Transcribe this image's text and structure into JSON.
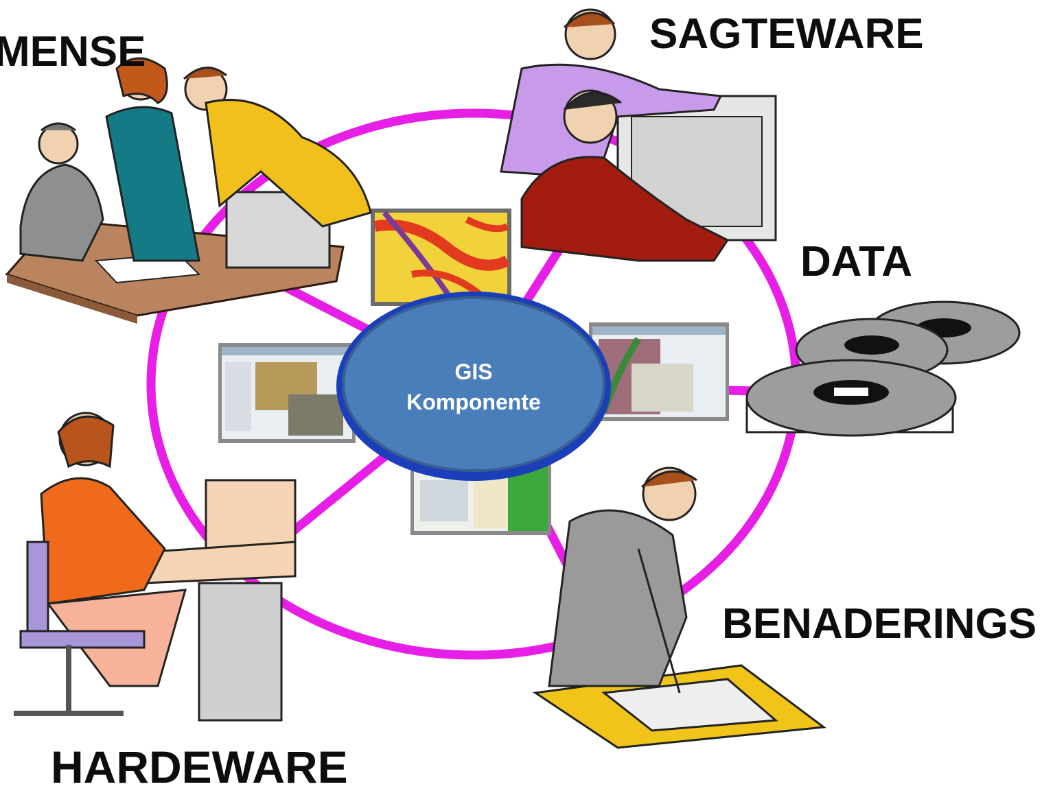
{
  "labels": {
    "people": "MENSE",
    "software": "SAGTEWARE",
    "data": "DATA",
    "methods": "BENADERINGS",
    "hardware": "HARDEWARE"
  },
  "center": {
    "line1": "GIS",
    "line2": "Komponente",
    "fill_color": "#4a7ebb",
    "border_color": "#3a5f8f"
  },
  "colors": {
    "ring": "#e61ee6",
    "halo": "#1b3fb8",
    "label_text": "#0d0d0d"
  }
}
